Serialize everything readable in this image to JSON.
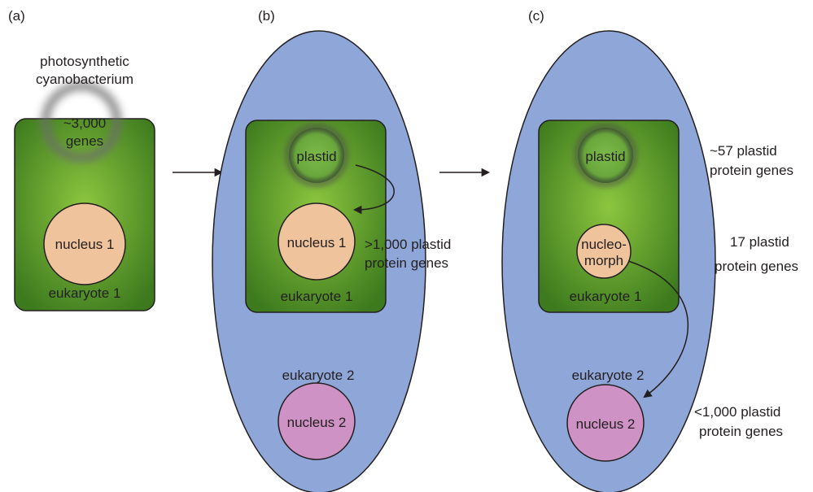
{
  "colors": {
    "cytoplasm_blue": "#8fa6d8",
    "cell_green_light": "#8cc63f",
    "cell_green_dark": "#3d7a1e",
    "nucleus1_fill": "#efc39c",
    "nucleus2_fill": "#cf92c4",
    "outline": "#231f20"
  },
  "panel_a": {
    "letter": "(a)",
    "cyanobacterium_line1": "photosynthetic",
    "cyanobacterium_line2": "cyanobacterium",
    "genes_line1": "~3,000",
    "genes_line2": "genes",
    "nucleus": "nucleus 1",
    "cell": "eukaryote 1"
  },
  "panel_b": {
    "letter": "(b)",
    "plastid": "plastid",
    "nucleus1": "nucleus 1",
    "cell1": "eukaryote 1",
    "cell2": "eukaryote 2",
    "nucleus2": "nucleus 2",
    "genes_line1": ">1,000 plastid",
    "genes_line2": "protein genes"
  },
  "panel_c": {
    "letter": "(c)",
    "plastid": "plastid",
    "nucleomorph_line1": "nucleo-",
    "nucleomorph_line2": "morph",
    "cell1": "eukaryote 1",
    "cell2": "eukaryote 2",
    "nucleus2": "nucleus 2",
    "plastid_genes_line1": "~57 plastid",
    "plastid_genes_line2": "protein genes",
    "nucleomorph_genes_line1": "17 plastid",
    "nucleomorph_genes_line2": "protein genes",
    "nucleus2_genes_line1": "<1,000 plastid",
    "nucleus2_genes_line2": "protein genes"
  }
}
